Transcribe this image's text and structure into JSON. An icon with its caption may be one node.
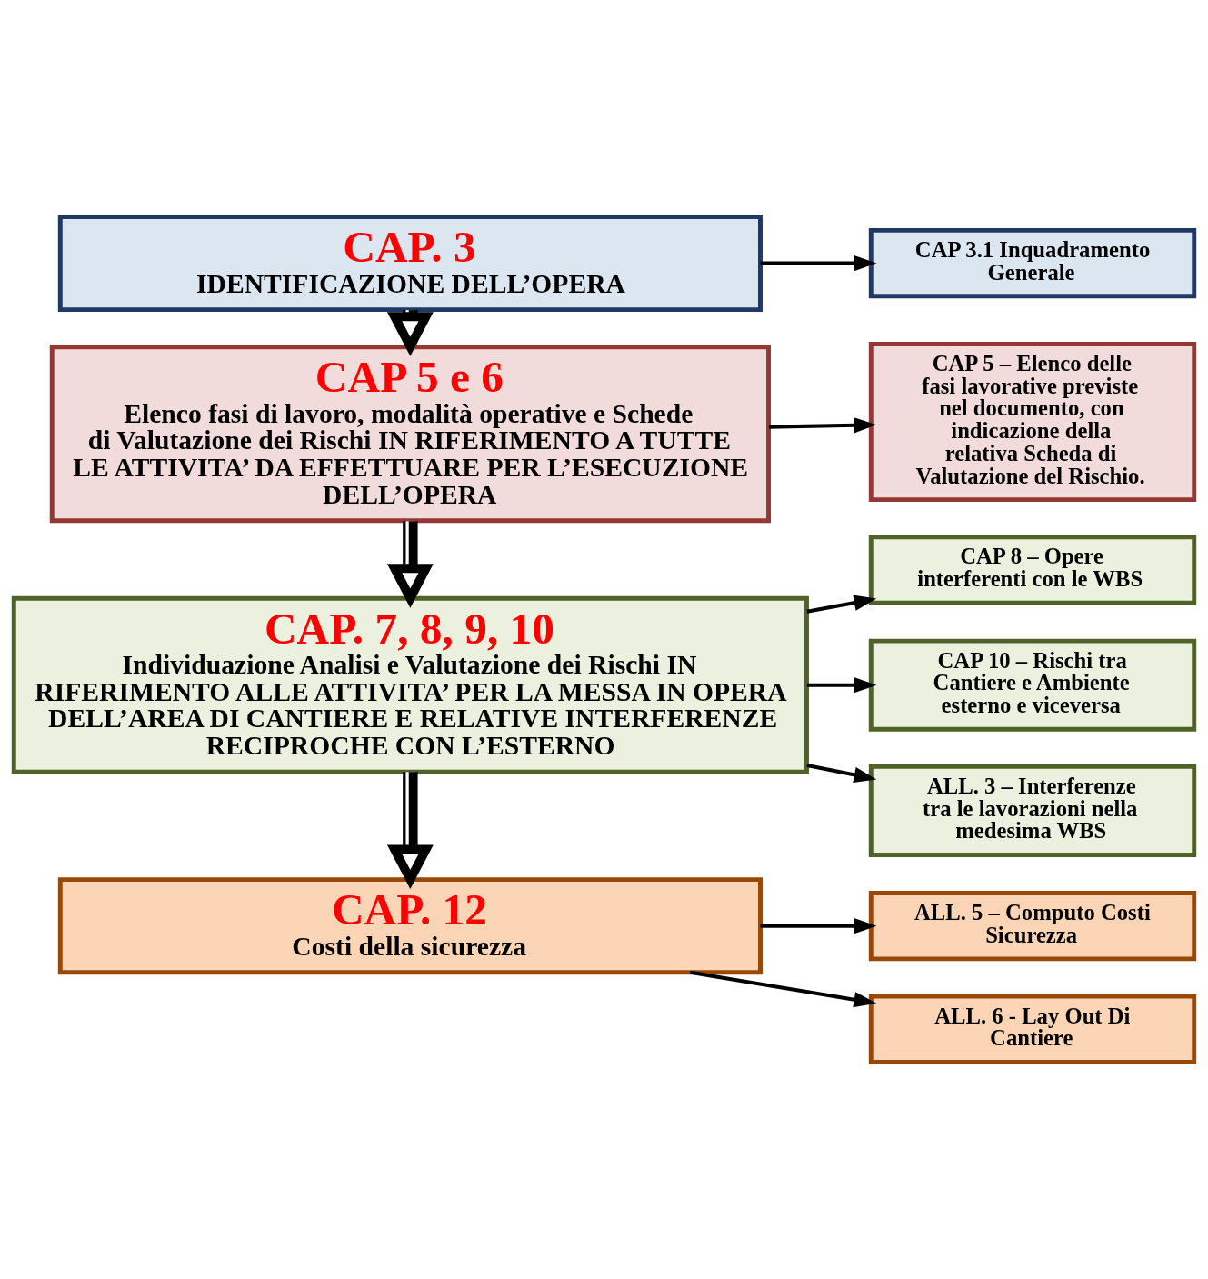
{
  "diagram": {
    "nodes": [
      {
        "text": [
          "CAP. 3",
          "IDENTIFICAZIONE DELL’OPERA"
        ]
      },
      {
        "text": [
          "CAP 3.1 Inquadramento Generale"
        ]
      },
      {
        "text": [
          "CAP 5 e 6",
          "Elenco fasi di lavoro, modalità operative e Schede di Valutazione dei Rischi IN RIFERIMENTO A TUTTE LE ATTIVITA’ DA EFFETTUARE PER L’ESECUZIONE DELL’OPERA"
        ]
      },
      {
        "text": [
          "CAP 5 – Elenco delle fasi lavorative previste nel documento, con indicazione della relativa Scheda di Valutazione del Rischio."
        ]
      },
      {
        "text": [
          "CAP. 7, 8, 9, 10",
          "Individuazione Analisi e Valutazione dei Rischi IN RIFERIMENTO ALLE ATTIVITA’ PER LA MESSA IN OPERA DELL’AREA DI CANTIERE E RELATIVE INTERFERENZE RECIPROCHE CON L’ESTERNO"
        ]
      },
      {
        "text": [
          "CAP 8 – Opere interferenti con le WBS"
        ]
      },
      {
        "text": [
          "CAP 10 – Rischi tra Cantiere e Ambiente esterno e viceversa"
        ]
      },
      {
        "text": [
          "ALL. 3 – Interferenze tra le lavorazioni nella medesima WBS"
        ]
      },
      {
        "text": [
          "CAP. 12",
          "Costi della sicurezza"
        ]
      },
      {
        "text": [
          "ALL. 5 – Computo Costi Sicurezza"
        ]
      },
      {
        "text": [
          "ALL. 6 - Lay Out Di Cantiere"
        ]
      }
    ],
    "edges": [
      {
        "from": 0,
        "to": 1,
        "arrow": "to"
      },
      {
        "from": 0,
        "to": 2,
        "arrow": "to",
        "style": "thick"
      },
      {
        "from": 2,
        "to": 3,
        "arrow": "to"
      },
      {
        "from": 2,
        "to": 4,
        "arrow": "to",
        "style": "thick"
      },
      {
        "from": 4,
        "to": 5,
        "arrow": "to"
      },
      {
        "from": 4,
        "to": 6,
        "arrow": "to"
      },
      {
        "from": 4,
        "to": 7,
        "arrow": "to"
      },
      {
        "from": 4,
        "to": 8,
        "arrow": "to",
        "style": "thick"
      },
      {
        "from": 8,
        "to": 9,
        "arrow": "to"
      },
      {
        "from": 8,
        "to": 10,
        "arrow": "to"
      }
    ]
  }
}
